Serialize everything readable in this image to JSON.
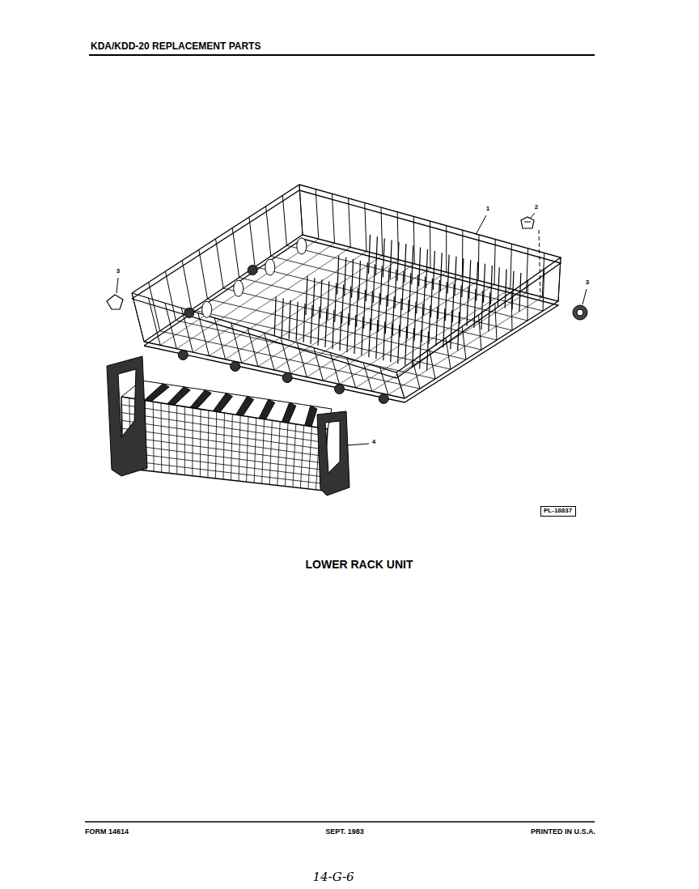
{
  "diagram": {
    "title": "KDA/KDD-20 REPLACEMENT PARTS",
    "caption": "LOWER RACK UNIT",
    "nodes": [
      {
        "text": [
          "PL-18837"
        ]
      }
    ],
    "labels": [
      "1",
      "2",
      "3",
      "3",
      "4",
      "FORM 14614",
      "SEPT. 1983",
      "PRINTED IN U.S.A.",
      "14-G-6"
    ]
  }
}
